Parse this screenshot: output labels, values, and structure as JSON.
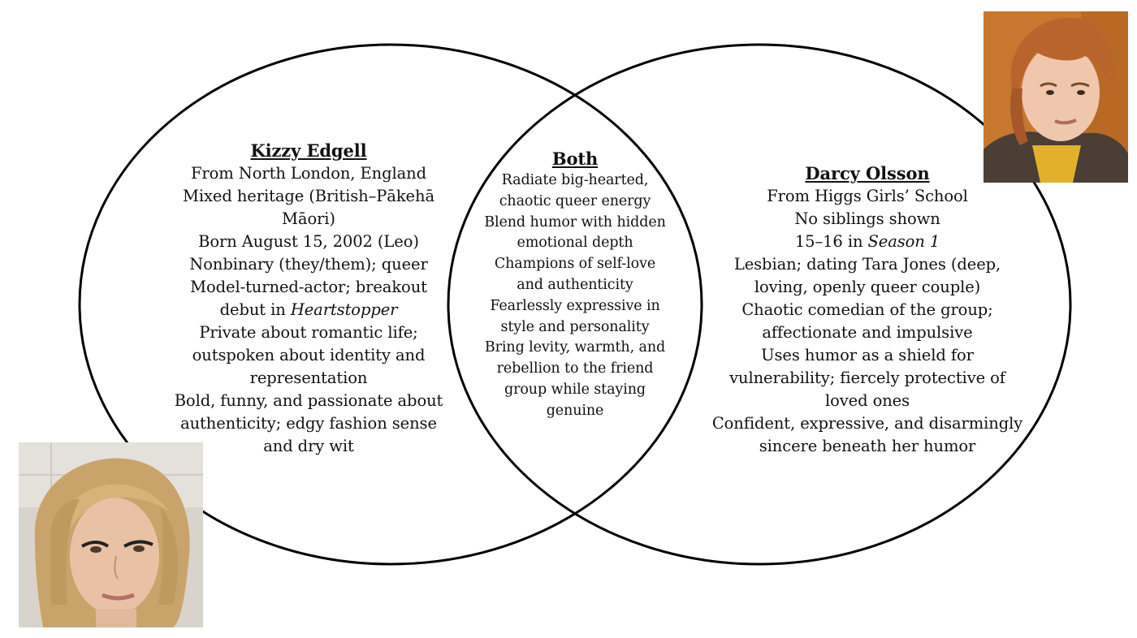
{
  "left": {
    "heading": "Kizzy Edgell",
    "lines": [
      "From North London, England",
      "Mixed heritage (British–Pākehā",
      "Māori)",
      "Born August 15, 2002 (Leo)",
      "Nonbinary (they/them); queer",
      "Model-turned-actor; breakout",
      [
        "debut in ",
        "Heartstopper"
      ],
      "Private about romantic life;",
      "outspoken about identity and",
      "representation",
      "Bold, funny, and passionate about",
      "authenticity; edgy fashion sense",
      "and dry wit"
    ]
  },
  "both": {
    "heading": "Both",
    "lines": [
      "Radiate big-hearted,",
      "chaotic queer energy",
      "Blend humor with hidden",
      "emotional depth",
      "Champions of self-love",
      "and authenticity",
      "Fearlessly expressive in",
      "style and personality",
      "Bring levity, warmth, and",
      "rebellion to the friend",
      "group while staying",
      "genuine"
    ]
  },
  "right": {
    "heading": "Darcy Olsson",
    "lines": [
      "From Higgs Girls’ School",
      "No siblings shown",
      [
        "15–16 in ",
        "Season 1"
      ],
      "Lesbian; dating Tara Jones (deep,",
      "loving, openly queer couple)",
      "Chaotic comedian of the group;",
      "affectionate and impulsive",
      "Uses humor as a shield for",
      "vulnerability; fiercely protective of",
      "loved ones",
      "Confident, expressive, and disarmingly",
      "sincere beneath her humor"
    ]
  },
  "colors": {
    "outline": "#000000",
    "background": "#ffffff"
  }
}
